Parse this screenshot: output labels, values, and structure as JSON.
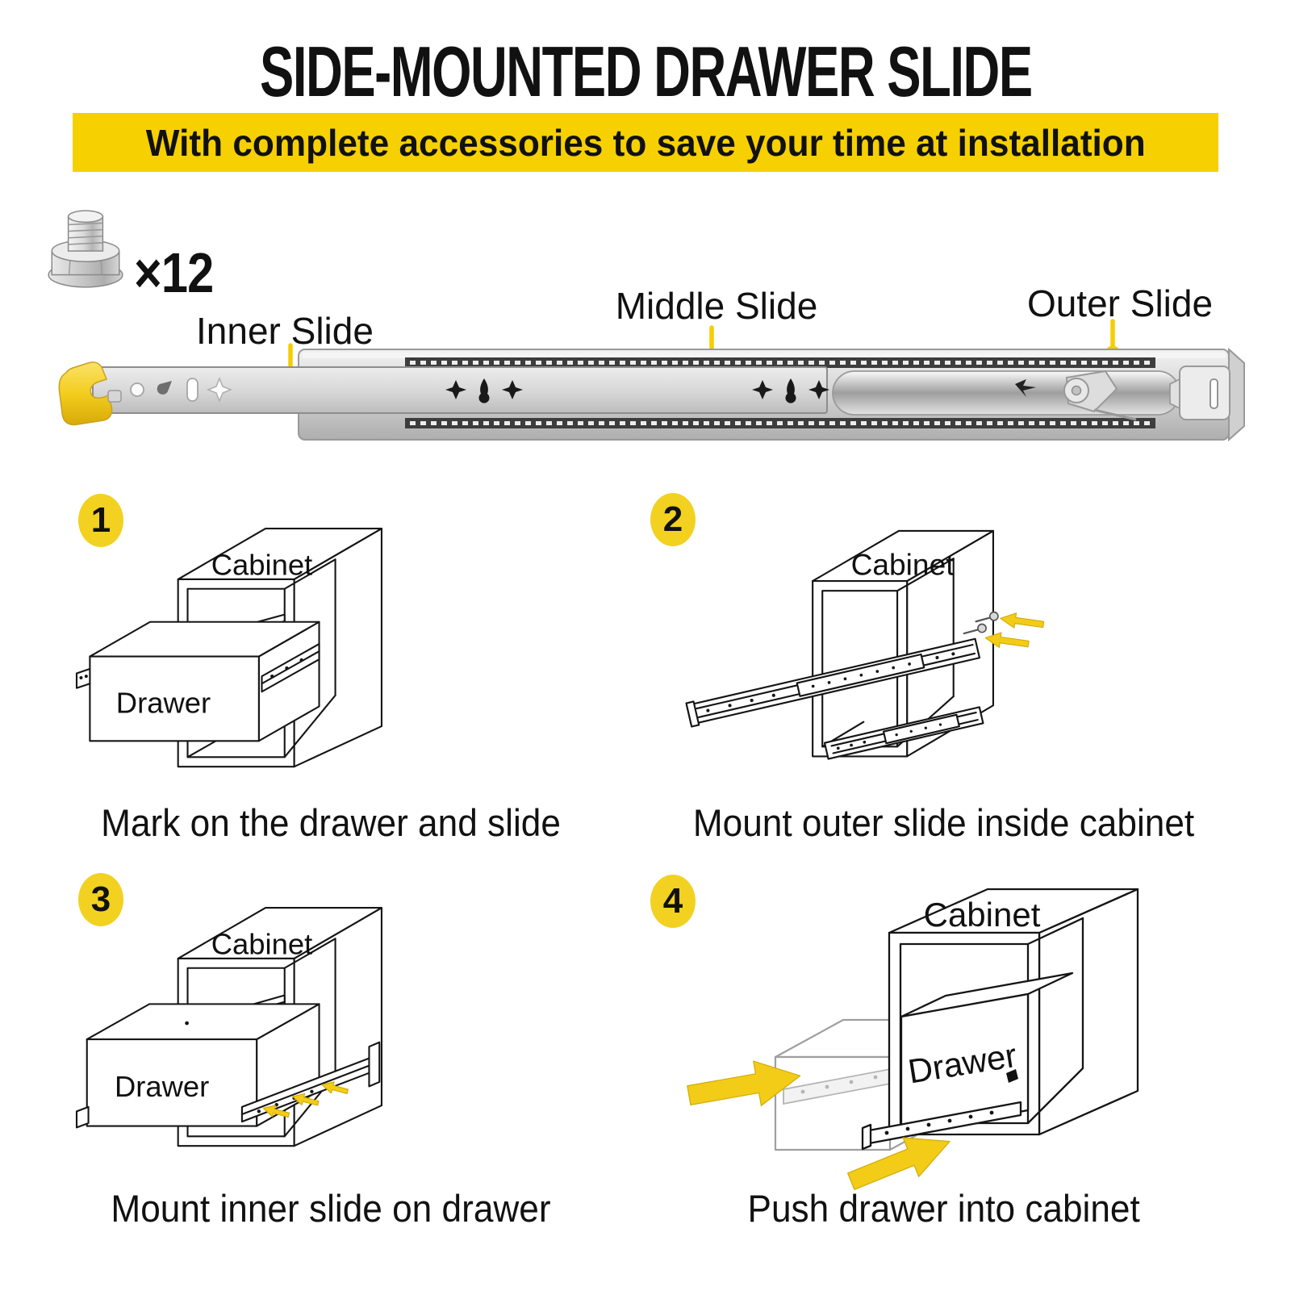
{
  "title": "SIDE-MOUNTED DRAWER SLIDE",
  "banner": {
    "text": "With complete accessories to save your time at installation",
    "bg_color": "#F6D000"
  },
  "hardware": {
    "screw_icon": "hex-bolt-icon",
    "count_label": "×12"
  },
  "slide_part_labels": {
    "inner": "Inner Slide",
    "middle": "Middle Slide",
    "outer": "Outer Slide"
  },
  "colors": {
    "banner_yellow": "#F6D000",
    "badge_yellow": "#F2D121",
    "arrow_yellow": "#F2CC17",
    "pointer_yellow": "#F5CD00",
    "text_ink": "#111111"
  },
  "steps": [
    {
      "number": "1",
      "caption": "Mark on the drawer and slide",
      "cabinet_label": "Cabinet",
      "drawer_label": "Drawer"
    },
    {
      "number": "2",
      "caption": "Mount outer slide inside cabinet",
      "cabinet_label": "Cabinet"
    },
    {
      "number": "3",
      "caption": "Mount inner slide on drawer",
      "cabinet_label": "Cabinet",
      "drawer_label": "Drawer"
    },
    {
      "number": "4",
      "caption": "Push drawer into cabinet",
      "cabinet_label": "Cabinet",
      "drawer_label": "Drawer"
    }
  ]
}
